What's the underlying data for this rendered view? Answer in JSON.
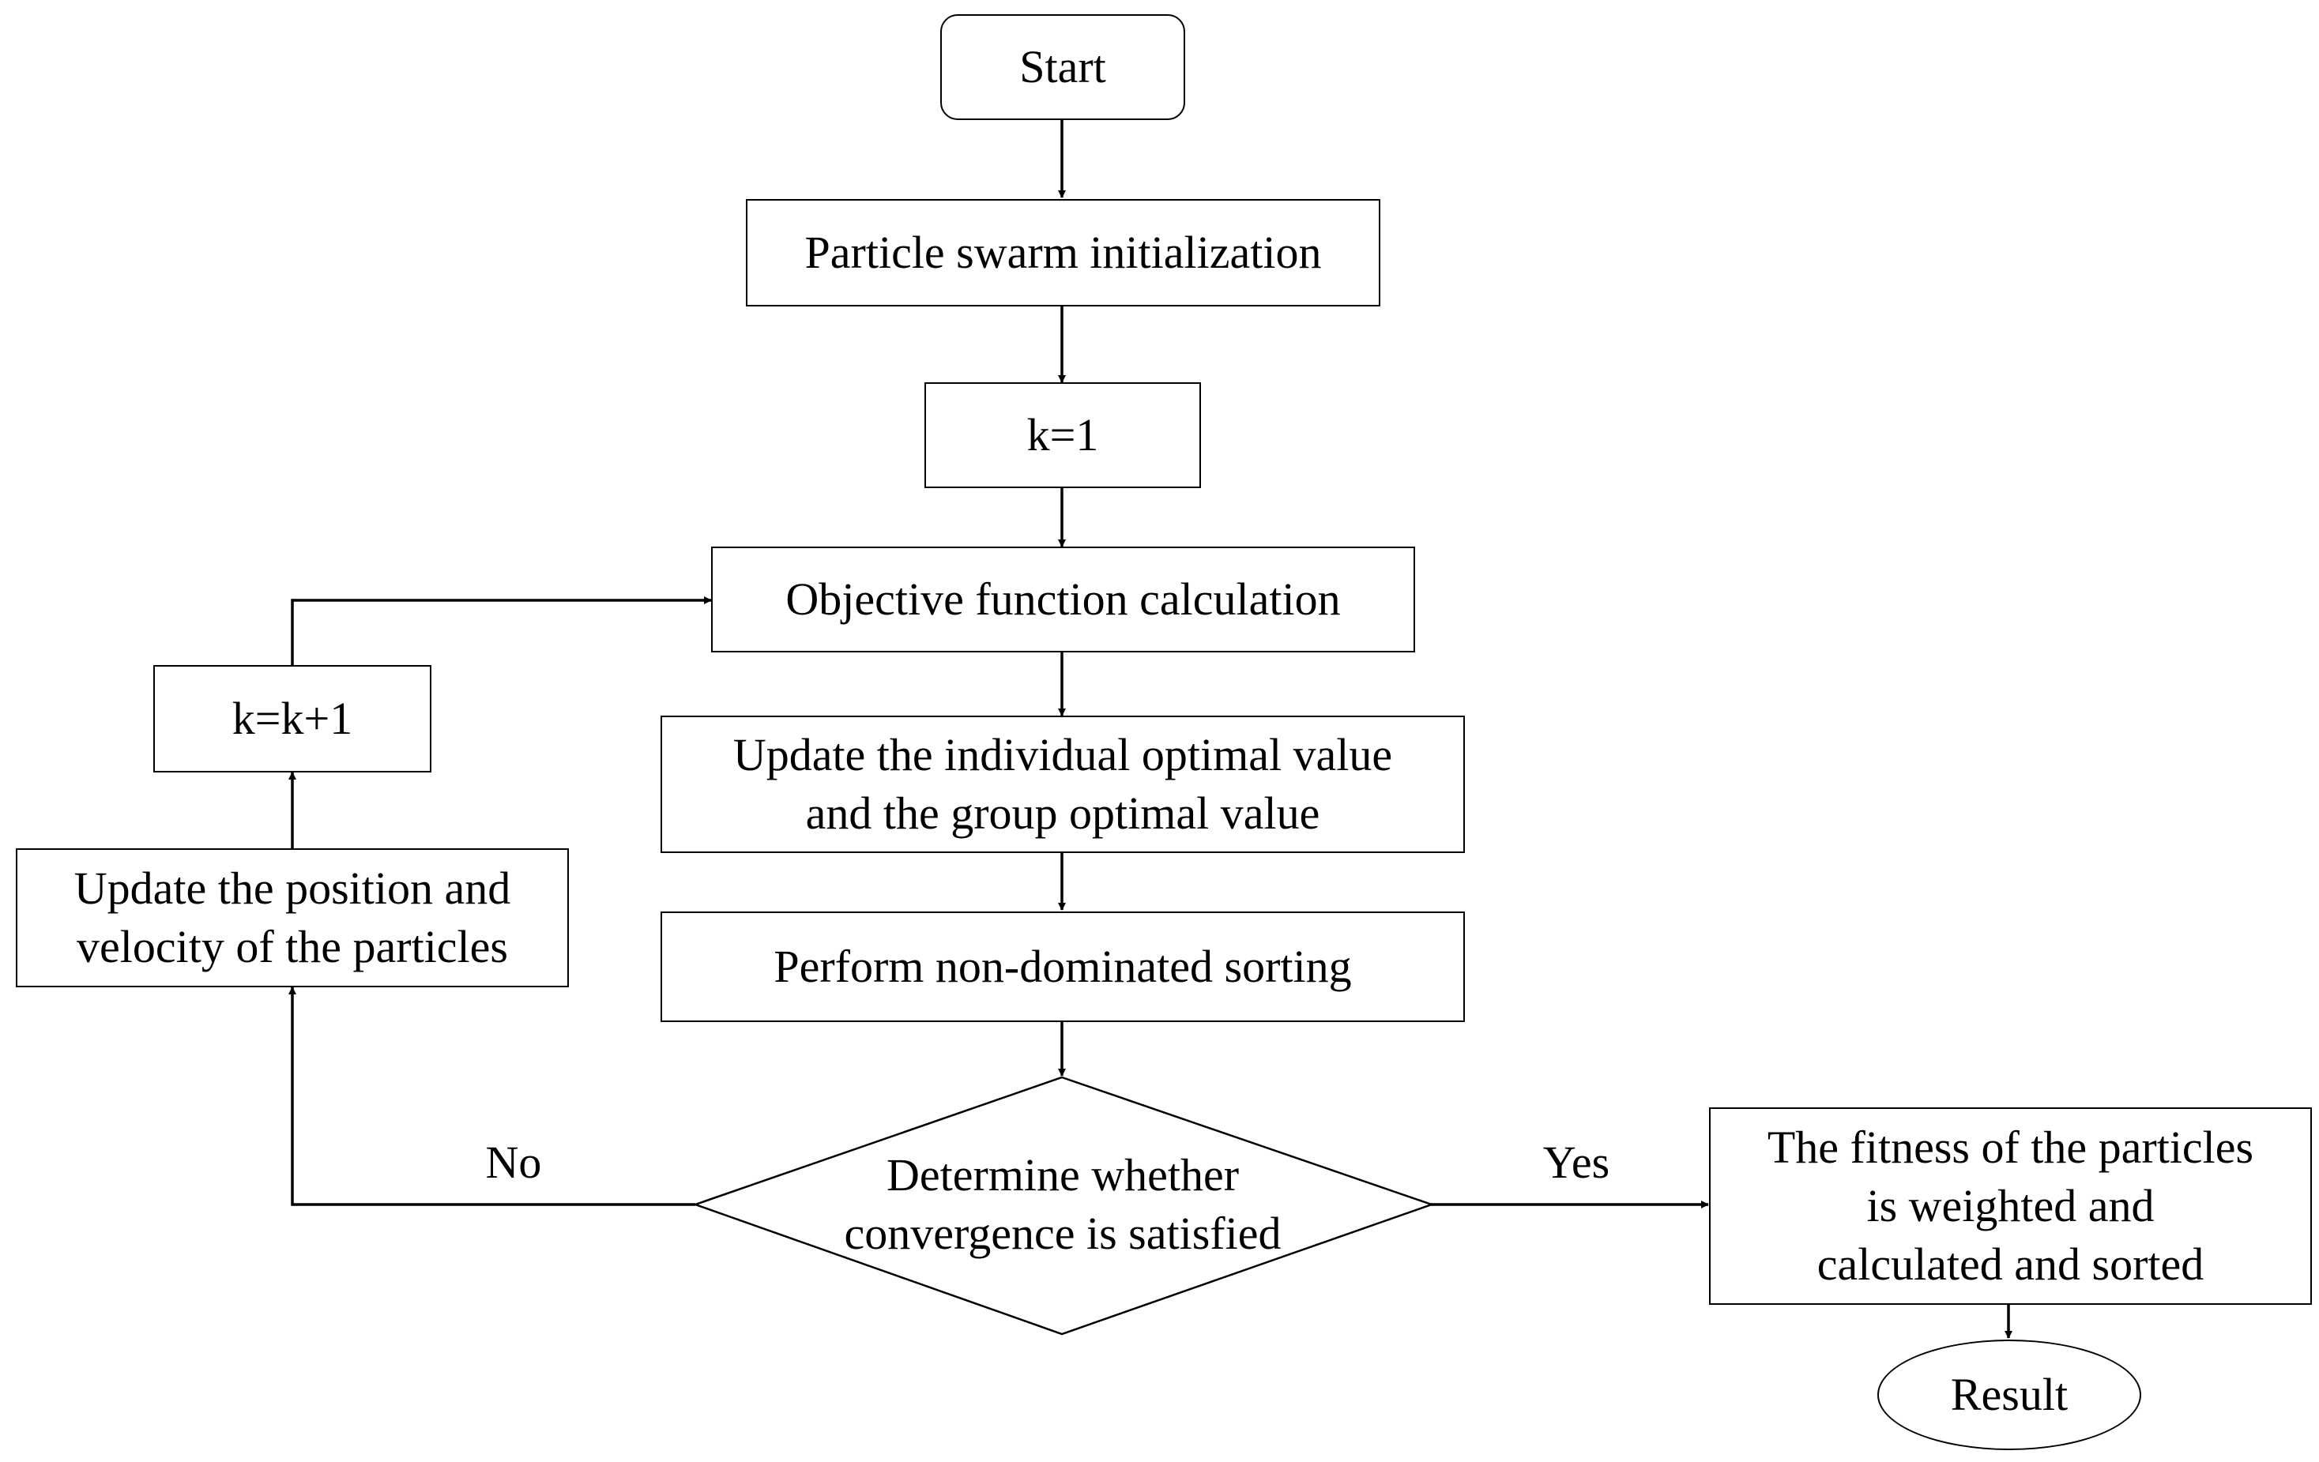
{
  "flowchart": {
    "start": "Start",
    "init": "Particle swarm initialization",
    "k_init": "k=1",
    "objective": "Objective function calculation",
    "update_optimal": {
      "line1": "Update the individual optimal value",
      "line2": "and the group optimal value"
    },
    "sorting": "Perform non-dominated sorting",
    "decision": {
      "line1": "Determine whether",
      "line2": "convergence is satisfied"
    },
    "no_label": "No",
    "yes_label": "Yes",
    "update_particles": {
      "line1": "Update the position and",
      "line2": "velocity of the particles"
    },
    "k_increment": "k=k+1",
    "fitness": {
      "line1": "The fitness of the particles",
      "line2": "is weighted and",
      "line3": "calculated and sorted"
    },
    "result": "Result"
  }
}
